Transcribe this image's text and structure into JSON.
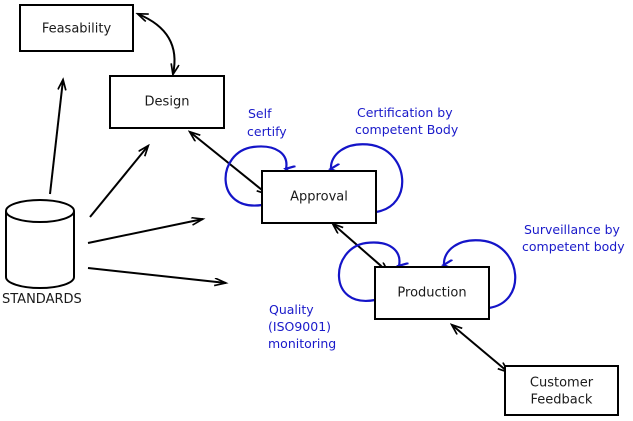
{
  "diagram": {
    "title": "Standards-driven product lifecycle process diagram",
    "colors": {
      "node_stroke": "#000000",
      "node_fill": "#ffffff",
      "node_text": "#1a1a1a",
      "flow_arrow": "#000000",
      "annotation": "#1a1aca",
      "background": "#ffffff"
    },
    "data_store": {
      "label": "STANDARDS",
      "shape": "cylinder"
    },
    "nodes": [
      {
        "id": "feasability",
        "label": "Feasability",
        "shape": "rectangle"
      },
      {
        "id": "design",
        "label": "Design",
        "shape": "rectangle"
      },
      {
        "id": "approval",
        "label": "Approval",
        "shape": "rectangle"
      },
      {
        "id": "production",
        "label": "Production",
        "shape": "rectangle"
      },
      {
        "id": "customer_feedback",
        "label": "Customer\nFeedback",
        "label_line1": "Customer",
        "label_line2": "Feedback",
        "shape": "rectangle"
      }
    ],
    "annotations": [
      {
        "id": "self_certify",
        "line1": "Self",
        "line2": "certify",
        "attached_to": "approval",
        "side": "left"
      },
      {
        "id": "certification_competent_body",
        "line1": "Certification by",
        "line2": "competent Body",
        "attached_to": "approval",
        "side": "right"
      },
      {
        "id": "quality_monitoring",
        "line1": "Quality",
        "line2": "(ISO9001)",
        "line3": "monitoring",
        "attached_to": "production",
        "side": "left"
      },
      {
        "id": "surveillance_competent_body",
        "line1": "Surveillance by",
        "line2": "competent body",
        "attached_to": "production",
        "side": "right"
      }
    ],
    "connections": [
      {
        "id": "feasability-design",
        "from": "feasability",
        "to": "design",
        "style": "curved",
        "heads": "both"
      },
      {
        "id": "standards-feasability",
        "from": "standards",
        "to": "feasability",
        "style": "straight",
        "heads": "single"
      },
      {
        "id": "standards-design",
        "from": "standards",
        "to": "design",
        "style": "straight",
        "heads": "single"
      },
      {
        "id": "standards-approval",
        "from": "standards",
        "to": "approval",
        "style": "straight",
        "heads": "single"
      },
      {
        "id": "standards-production",
        "from": "standards",
        "to": "production",
        "style": "straight",
        "heads": "single"
      },
      {
        "id": "design-approval",
        "from": "design",
        "to": "approval",
        "style": "straight",
        "heads": "both"
      },
      {
        "id": "approval-production",
        "from": "approval",
        "to": "production",
        "style": "straight",
        "heads": "both"
      },
      {
        "id": "production-customer-feedback",
        "from": "production",
        "to": "customer_feedback",
        "style": "straight",
        "heads": "both"
      }
    ]
  }
}
